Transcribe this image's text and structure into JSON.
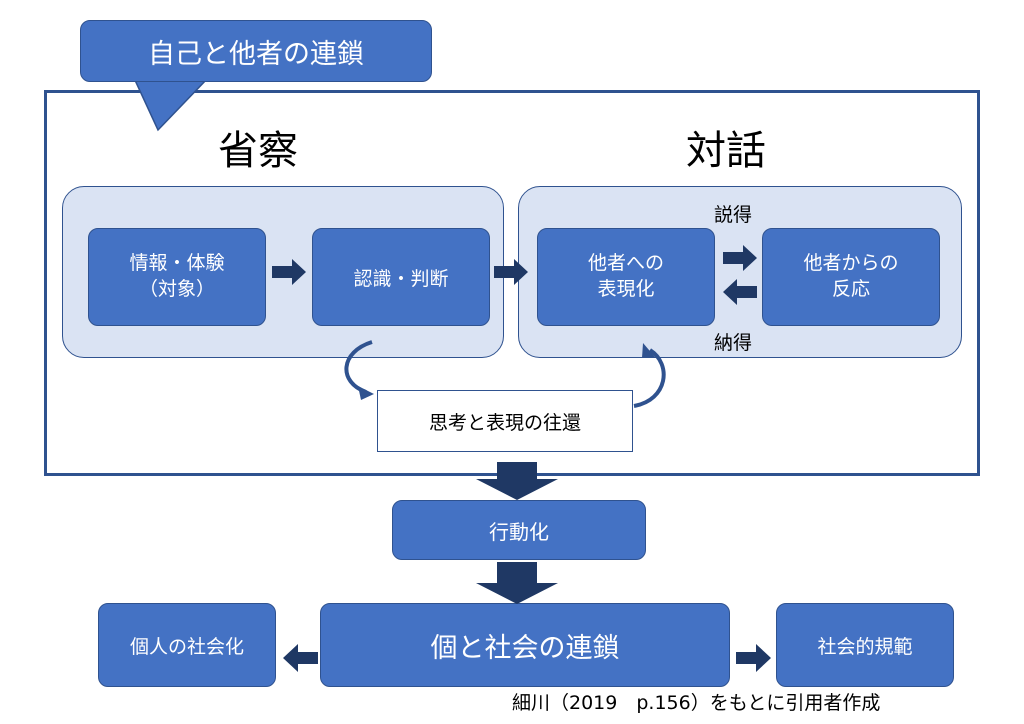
{
  "callout": {
    "label": "自己と他者の連鎖"
  },
  "headings": {
    "reflection": "省察",
    "dialogue": "対話"
  },
  "reflection_boxes": {
    "info_line1": "情報・体験",
    "info_line2": "（対象）",
    "recognition": "認識・判断"
  },
  "dialogue_boxes": {
    "expression_line1": "他者への",
    "expression_line2": "表現化",
    "reaction_line1": "他者からの",
    "reaction_line2": "反応",
    "persuasion": "説得",
    "consent": "納得"
  },
  "loop_box": {
    "label": "思考と表現の往還"
  },
  "action_box": {
    "label": "行動化"
  },
  "bottom": {
    "center": "個と社会の連鎖",
    "left": "個人の社会化",
    "right": "社会的規範"
  },
  "citation": "細川（2019　p.156）をもとに引用者作成",
  "colors": {
    "box_fill": "#4472c4",
    "box_border": "#2f528f",
    "panel_fill": "#dae3f3",
    "arrow": "#1f3864"
  }
}
